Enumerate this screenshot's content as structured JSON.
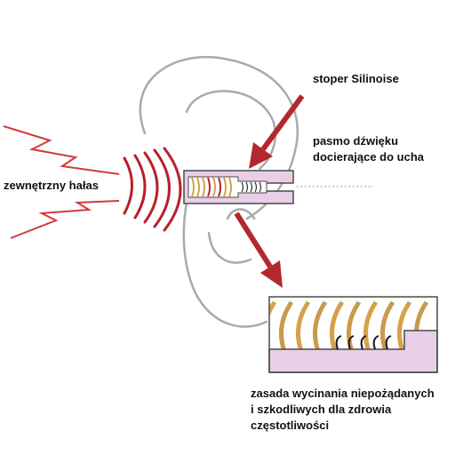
{
  "labels": {
    "earplug": "stoper Silinoise",
    "sound_band_line1": "pasmo dźwięku",
    "sound_band_line2": "docierające do ucha",
    "external_noise": "zewnętrzny hałas",
    "principle_line1": "zasada wycinania niepożądanych",
    "principle_line2": "i szkodliwych dla zdrowia",
    "principle_line3": "częstotliwości"
  },
  "colors": {
    "arrow": "#b3282d",
    "noise_zigzag": "#d23a3a",
    "sound_waves": "#b8202a",
    "filtered_waves": "#d6a04a",
    "ear_outline": "#aaaaaa",
    "plug_fill": "#e8cfe6",
    "plug_outline": "#4a4a4a",
    "text": "#111111"
  },
  "icons": [
    "ear-outline-icon",
    "earplug-icon",
    "noise-zigzag-icon",
    "sound-wave-icon",
    "arrow-down-icon"
  ]
}
